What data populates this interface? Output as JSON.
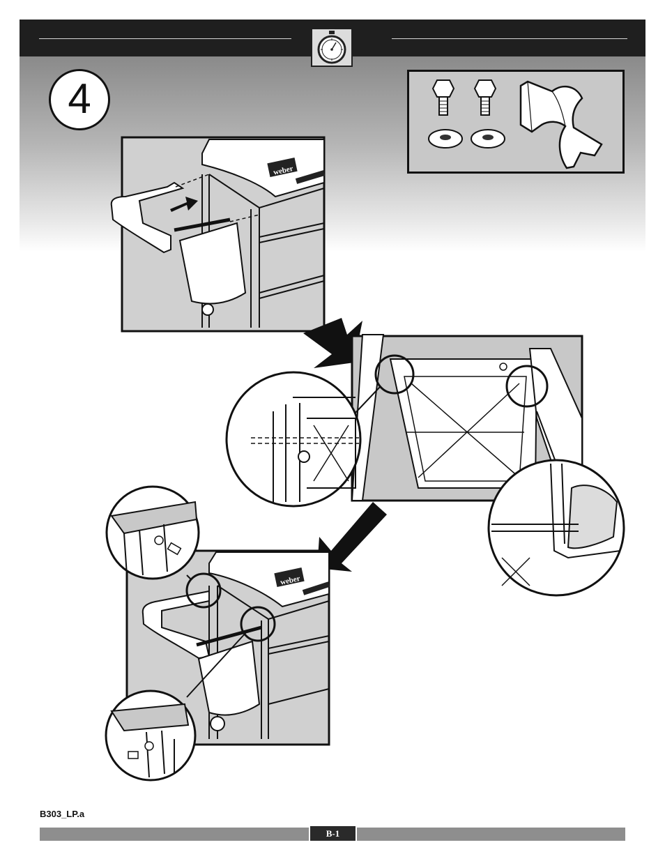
{
  "step": {
    "number": "4"
  },
  "icons": {
    "stopwatch": "stopwatch-icon",
    "bolt": "hex-bolt-icon",
    "washer": "washer-icon",
    "bracket": "handle-bracket-icon"
  },
  "illustration": {
    "grill_brand": "weber",
    "brand_mark_semantic": "weber-logo"
  },
  "footer": {
    "model_code": "B303_LP.a",
    "page_number": "B-1"
  },
  "colors": {
    "header": "#1f1f1f",
    "parts_background": "#c8c8c8",
    "footer_bar": "#8e8e8e"
  }
}
